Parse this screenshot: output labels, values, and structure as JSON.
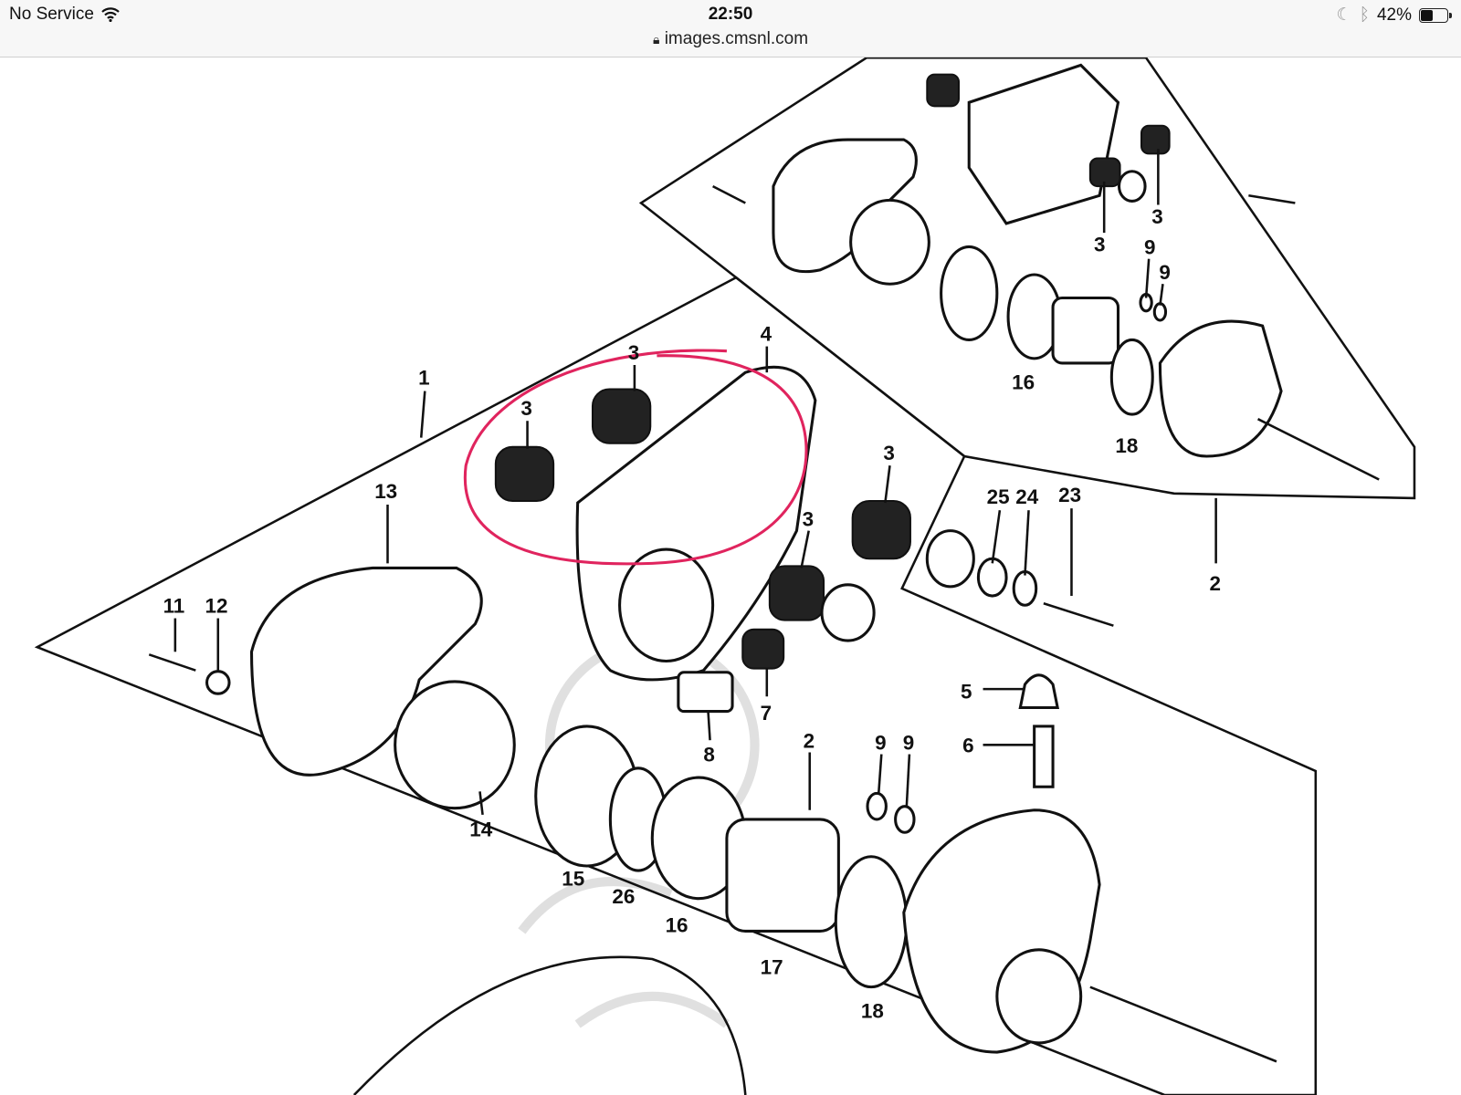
{
  "status_bar": {
    "carrier": "No Service",
    "time": "22:50",
    "battery_percent": "42%",
    "battery_level": 0.42,
    "icons": [
      "wifi-icon",
      "moon-icon",
      "bluetooth-icon",
      "battery-icon"
    ]
  },
  "browser": {
    "url": "images.cmsnl.com",
    "lock_icon": "lock-icon"
  },
  "diagram": {
    "highlight_color": "#e0245e",
    "labels": [
      "3",
      "3",
      "9",
      "9",
      "16",
      "18",
      "2",
      "25",
      "24",
      "23",
      "3",
      "1",
      "4",
      "3",
      "3",
      "13",
      "11",
      "12",
      "3",
      "7",
      "8",
      "14",
      "15",
      "26",
      "16",
      "17",
      "18",
      "2",
      "9",
      "9",
      "5",
      "6"
    ]
  }
}
